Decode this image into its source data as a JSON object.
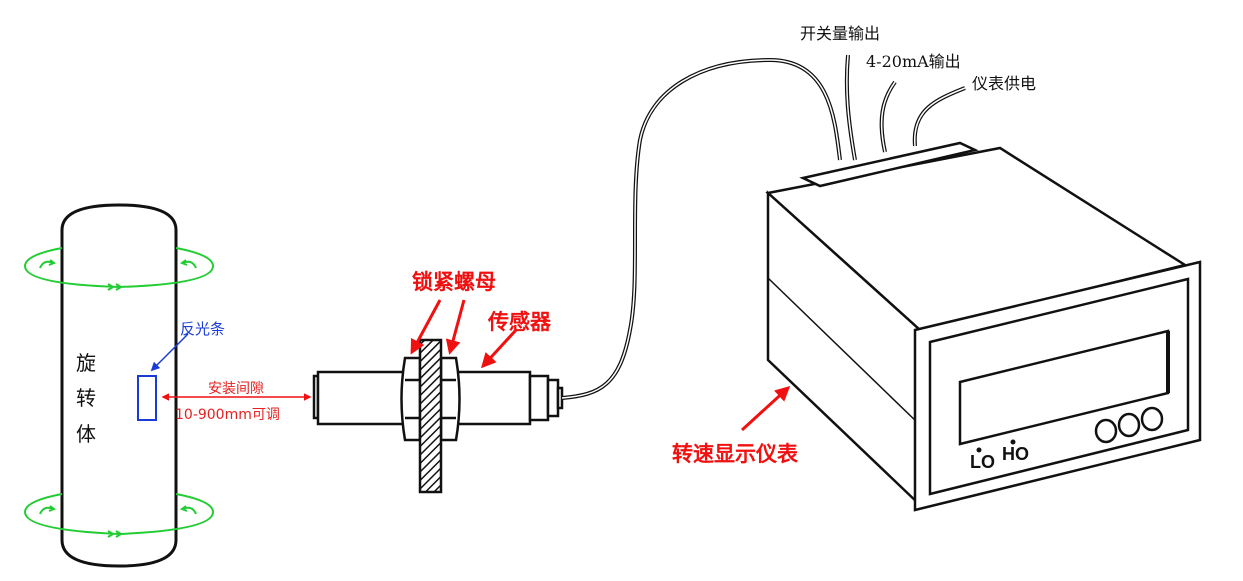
{
  "colors": {
    "accent_red": "#f01010",
    "blue": "#1a3cd6",
    "green": "#22cc33",
    "ink": "#111111"
  },
  "labels": {
    "outputs": {
      "switch_output": "开关量输出",
      "current_output": "4-20mA输出",
      "power_supply": "仪表供电"
    },
    "lock_nut": "锁紧螺母",
    "sensor": "传感器",
    "reflective_strip": "反光条",
    "install_gap": "安装间隙",
    "gap_range": "10-900mm可调",
    "rotating_body": [
      "旋",
      "转",
      "体"
    ],
    "speed_display": "转速显示仪表",
    "panel_lo": "LO",
    "panel_ho": "HO"
  },
  "icons": {
    "rotation": "rotation-arrow-icon",
    "red_arrow": "red-arrow-icon"
  }
}
